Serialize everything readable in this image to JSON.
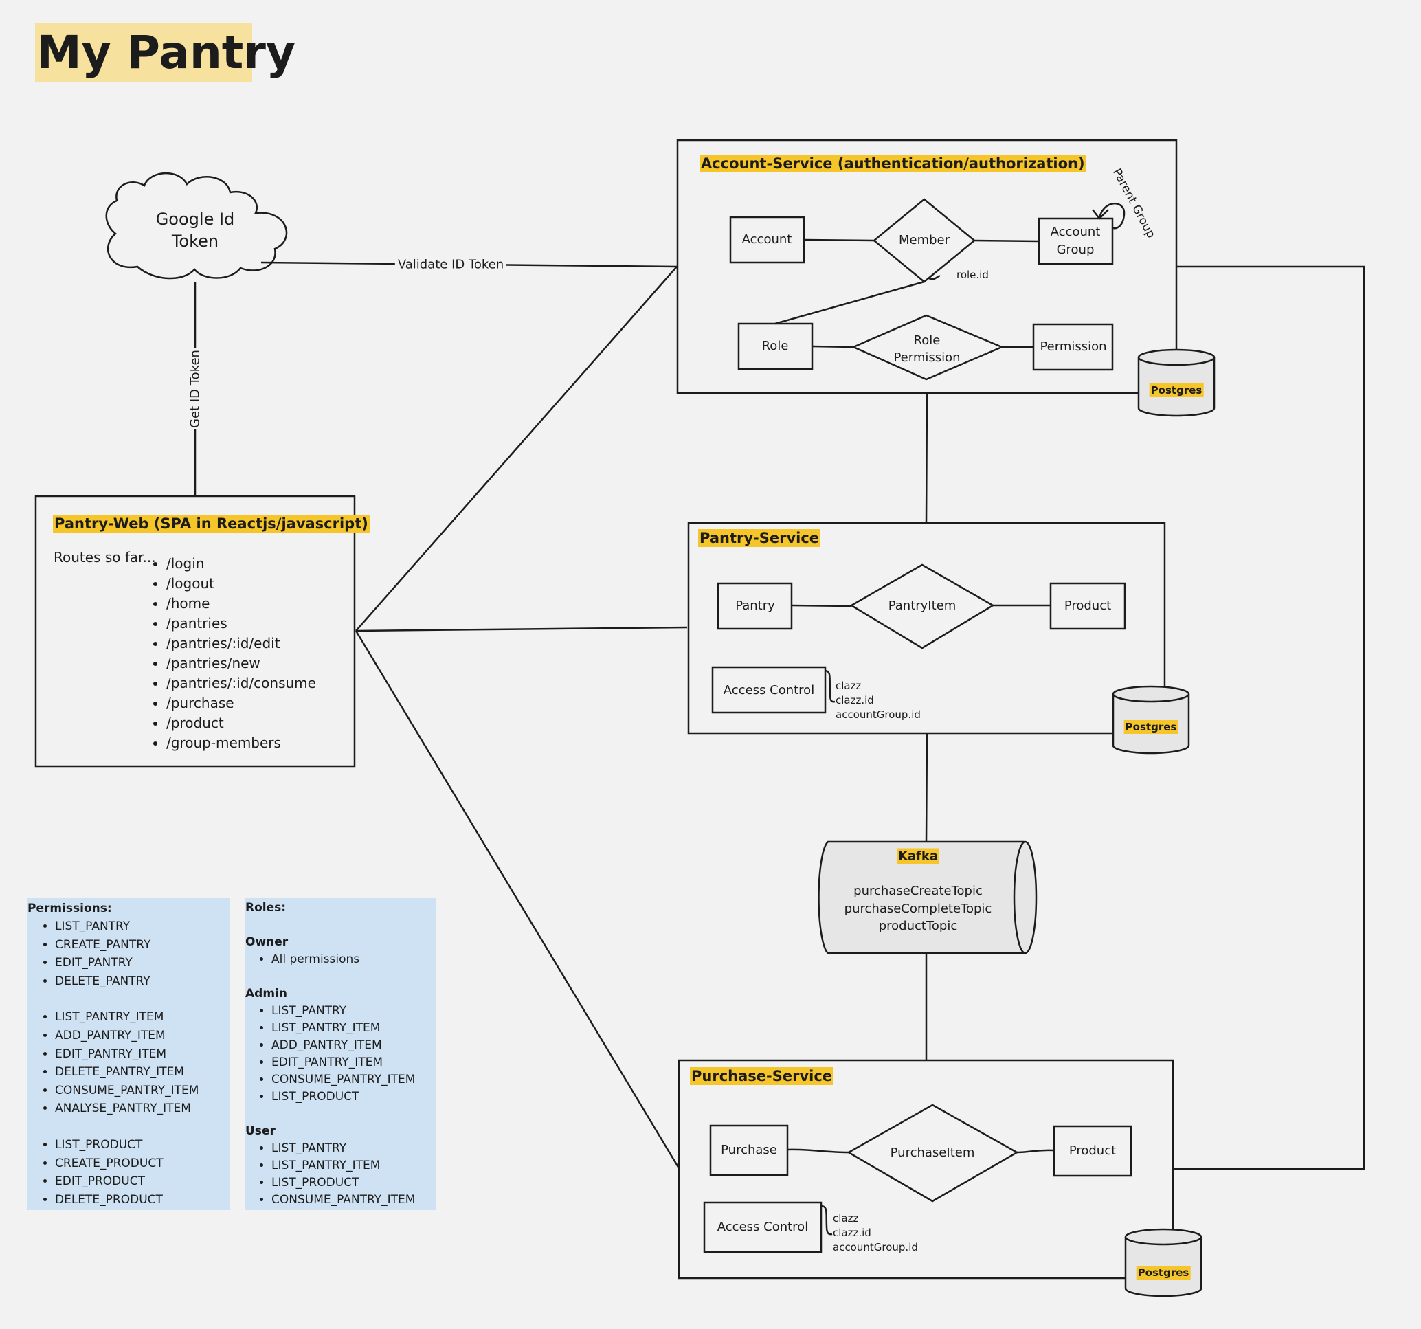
{
  "title": "My Pantry",
  "google_token": {
    "line1": "Google Id",
    "line2": "Token"
  },
  "edges": {
    "validate_token": "Validate ID Token",
    "get_token": "Get ID Token"
  },
  "pantry_web": {
    "title": "Pantry-Web (SPA in Reactjs/javascript)",
    "routes_label": "Routes so far...",
    "routes": [
      "/login",
      "/logout",
      "/home",
      "/pantries",
      "/pantries/:id/edit",
      "/pantries/new",
      "/pantries/:id/consume",
      "/purchase",
      "/product",
      "/group-members"
    ]
  },
  "account_service": {
    "title": "Account-Service (authentication/authorization)",
    "account": "Account",
    "member": "Member",
    "account_group_1": "Account",
    "account_group_2": "Group",
    "parent_group": "Parent Group",
    "role_id": "role.id",
    "role": "Role",
    "role_permission_1": "Role",
    "role_permission_2": "Permission",
    "permission": "Permission",
    "db": "Postgres"
  },
  "pantry_service": {
    "title": "Pantry-Service",
    "pantry": "Pantry",
    "pantry_item": "PantryItem",
    "product": "Product",
    "access_control": "Access Control",
    "fields": [
      "clazz",
      "clazz.id",
      "accountGroup.id"
    ],
    "db": "Postgres"
  },
  "kafka": {
    "title": "Kafka",
    "topics": [
      "purchaseCreateTopic",
      "purchaseCompleteTopic",
      "productTopic"
    ]
  },
  "purchase_service": {
    "title": "Purchase-Service",
    "purchase": "Purchase",
    "purchase_item": "PurchaseItem",
    "product": "Product",
    "access_control": "Access Control",
    "fields": [
      "clazz",
      "clazz.id",
      "accountGroup.id"
    ],
    "db": "Postgres"
  },
  "permissions": {
    "title": "Permissions:",
    "groups": [
      [
        "LIST_PANTRY",
        "CREATE_PANTRY",
        "EDIT_PANTRY",
        "DELETE_PANTRY"
      ],
      [
        "LIST_PANTRY_ITEM",
        "ADD_PANTRY_ITEM",
        "EDIT_PANTRY_ITEM",
        "DELETE_PANTRY_ITEM",
        "CONSUME_PANTRY_ITEM",
        "ANALYSE_PANTRY_ITEM"
      ],
      [
        "LIST_PRODUCT",
        "CREATE_PRODUCT",
        "EDIT_PRODUCT",
        "DELETE_PRODUCT"
      ]
    ]
  },
  "roles": {
    "title": "Roles:",
    "list": [
      {
        "name": "Owner",
        "perms": [
          "All permissions"
        ]
      },
      {
        "name": "Admin",
        "perms": [
          "LIST_PANTRY",
          "LIST_PANTRY_ITEM",
          "ADD_PANTRY_ITEM",
          "EDIT_PANTRY_ITEM",
          "CONSUME_PANTRY_ITEM",
          "LIST_PRODUCT"
        ]
      },
      {
        "name": "User",
        "perms": [
          "LIST_PANTRY",
          "LIST_PANTRY_ITEM",
          "LIST_PRODUCT",
          "CONSUME_PANTRY_ITEM"
        ]
      }
    ]
  },
  "colors": {
    "highlight": "#f5c52a",
    "title_bg": "#f7e19e",
    "note_bg": "#cfe2f3",
    "db_fill": "#e6e6e6"
  }
}
